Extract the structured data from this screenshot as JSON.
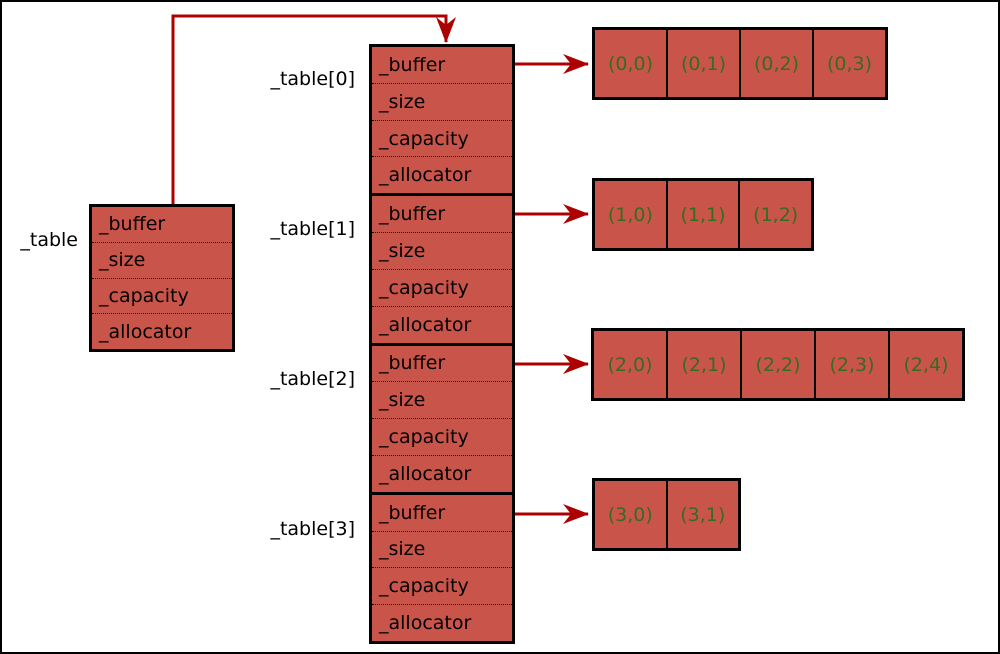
{
  "colors": {
    "fill": "#C9554A",
    "arrow": "#AD0000",
    "cellgreen": "#376B1E",
    "outline": "#000000"
  },
  "left_struct": {
    "label": "_table",
    "fields": [
      "_buffer",
      "_size",
      "_capacity",
      "_allocator"
    ]
  },
  "pointer_table": {
    "groups": [
      {
        "label": "_table[0]",
        "fields": [
          "_buffer",
          "_size",
          "_capacity",
          "_allocator"
        ]
      },
      {
        "label": "_table[1]",
        "fields": [
          "_buffer",
          "_size",
          "_capacity",
          "_allocator"
        ]
      },
      {
        "label": "_table[2]",
        "fields": [
          "_buffer",
          "_size",
          "_capacity",
          "_allocator"
        ]
      },
      {
        "label": "_table[3]",
        "fields": [
          "_buffer",
          "_size",
          "_capacity",
          "_allocator"
        ]
      }
    ]
  },
  "arrays": [
    {
      "cells": [
        "(0,0)",
        "(0,1)",
        "(0,2)",
        "(0,3)"
      ]
    },
    {
      "cells": [
        "(1,0)",
        "(1,1)",
        "(1,2)"
      ]
    },
    {
      "cells": [
        "(2,0)",
        "(2,1)",
        "(2,2)",
        "(2,3)",
        "(2,4)"
      ]
    },
    {
      "cells": [
        "(3,0)",
        "(3,1)"
      ]
    }
  ]
}
